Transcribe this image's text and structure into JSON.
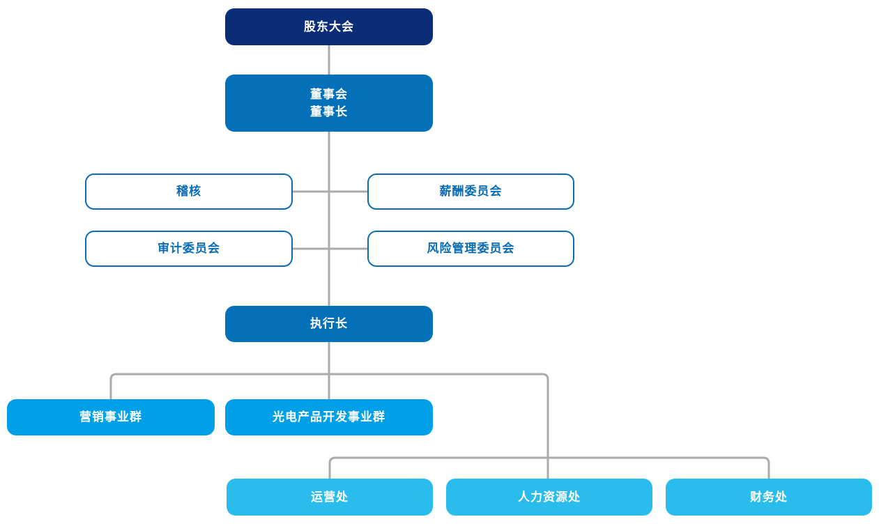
{
  "chart": {
    "type": "org-chart",
    "nodes": {
      "shareholders": {
        "label": "股东大会"
      },
      "board": {
        "line1": "董事会",
        "line2": "董事长"
      },
      "audit_office": {
        "label": "稽核"
      },
      "compensation_committee": {
        "label": "薪酬委员会"
      },
      "audit_committee": {
        "label": "审计委员会"
      },
      "risk_committee": {
        "label": "风险管理委员会"
      },
      "ceo": {
        "label": "执行长"
      },
      "marketing_group": {
        "label": "营销事业群"
      },
      "optoelectronics_group": {
        "label": "光电产品开发事业群"
      },
      "operations_office": {
        "label": "运营处"
      },
      "hr_office": {
        "label": "人力资源处"
      },
      "finance_office": {
        "label": "财务处"
      }
    },
    "colors": {
      "navy": "#0b2d78",
      "mid_blue": "#0470b7",
      "outline_blue": "#0a6cb5",
      "bright_blue": "#00a0e8",
      "light_cyan": "#29bcec",
      "connector_gray": "#ababab",
      "text_on_fill": "#ffffff",
      "background": "#ffffff"
    }
  }
}
